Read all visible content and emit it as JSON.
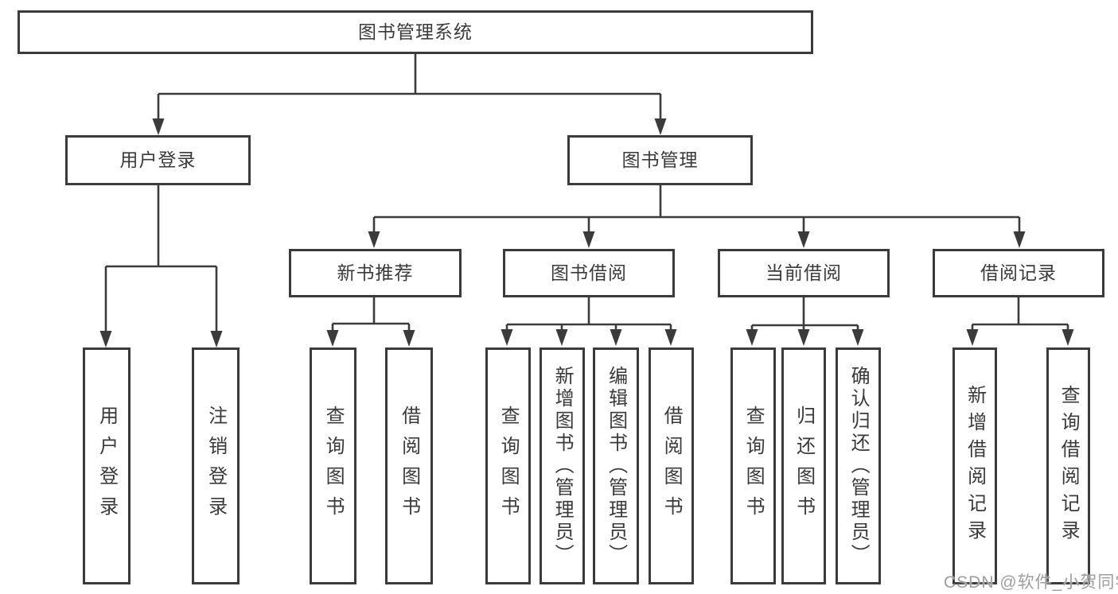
{
  "nodes": {
    "root": "图书管理系统",
    "user_login": "用户登录",
    "book_management": "图书管理",
    "new_book_recommend": "新书推荐",
    "book_borrowing": "图书借阅",
    "current_borrowing": "当前借阅",
    "borrowing_records": "借阅记录",
    "leaf_user_login": "用户登录",
    "leaf_logout": "注销登录",
    "leaf_nbr_query_books": "查询图书",
    "leaf_nbr_borrow_books": "借阅图书",
    "leaf_bb_query_books": "查询图书",
    "leaf_bb_add_books": "新增图书（管理员）",
    "leaf_bb_edit_books": "编辑图书（管理员）",
    "leaf_bb_borrow_books": "借阅图书",
    "leaf_cb_query_books": "查询图书",
    "leaf_cb_return_books": "归还图书",
    "leaf_cb_confirm_return": "确认归还（管理员）",
    "leaf_br_add_record": "新增借阅记录",
    "leaf_br_query_record": "查询借阅记录"
  },
  "watermark": {
    "text": "CSDN @软件_小贺同学"
  },
  "colors": {
    "line": "#3b3b3b",
    "text": "#3a3a3a",
    "watermark": "#9e9e9e",
    "background": "#ffffff"
  }
}
